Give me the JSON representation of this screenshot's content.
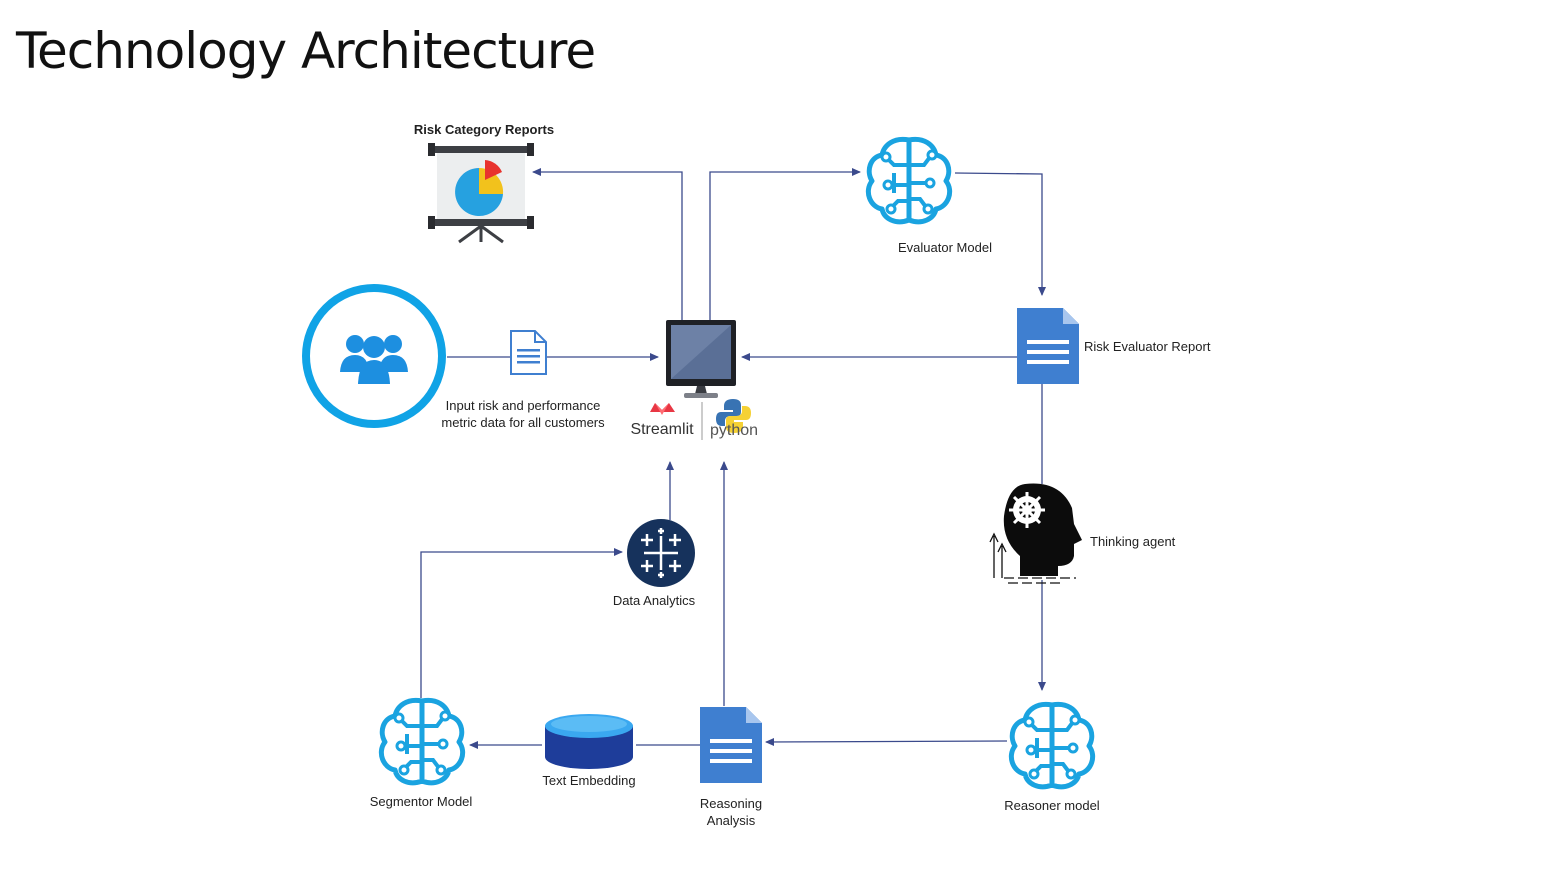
{
  "title": "Technology Architecture",
  "nodes": {
    "risk_reports": "Risk Category Reports",
    "evaluator": "Evaluator Model",
    "risk_report": "Risk Evaluator Report",
    "input_line1": "Input risk and performance",
    "input_line2": "metric data for all customers",
    "streamlit": "Streamlit",
    "python": "python",
    "thinking": "Thinking agent",
    "data_analytics": "Data Analytics",
    "segmentor": "Segmentor Model",
    "text_embedding": "Text Embedding",
    "reasoning_line1": "Reasoning",
    "reasoning_line2": "Analysis",
    "reasoner": "Reasoner model"
  },
  "colors": {
    "arrow": "#3b4a8c",
    "brain": "#1aa3e0",
    "doc": "#3f7fd0",
    "circle": "#10a3e6",
    "analytics": "#16325c"
  }
}
